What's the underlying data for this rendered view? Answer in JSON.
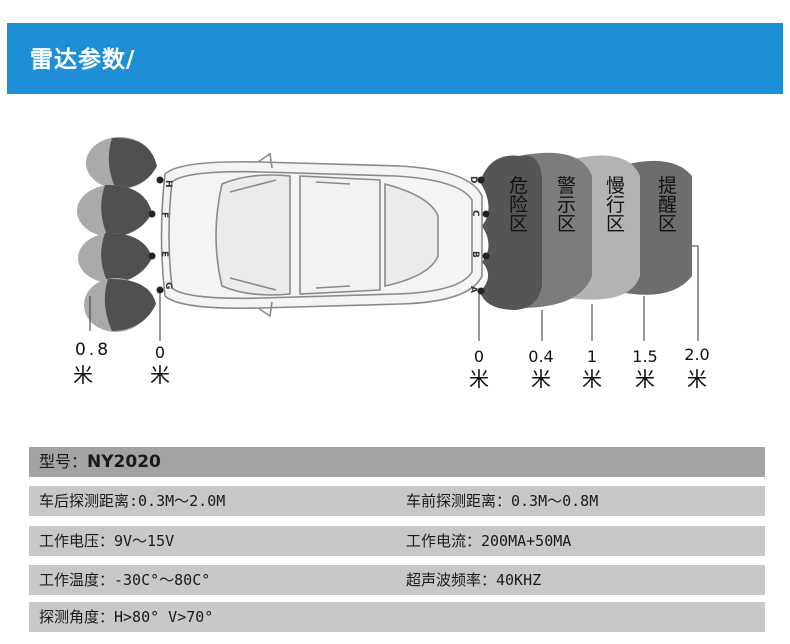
{
  "header": {
    "title": "雷达参数/"
  },
  "diagram": {
    "rear_sensor_letters": [
      "H",
      "F",
      "E",
      "G"
    ],
    "front_sensor_letters": [
      "D",
      "C",
      "B",
      "A"
    ],
    "zones": [
      "危险区",
      "警示区",
      "慢行区",
      "提醒区"
    ],
    "left_labels": [
      {
        "value": "0.8",
        "unit": "米"
      },
      {
        "value": "0",
        "unit": "米"
      }
    ],
    "right_labels": [
      {
        "value": "0",
        "unit": "米"
      },
      {
        "value": "0.4",
        "unit": "米"
      },
      {
        "value": "1",
        "unit": "米"
      },
      {
        "value": "1.5",
        "unit": "米"
      },
      {
        "value": "2.0",
        "unit": "米"
      }
    ],
    "colors": {
      "zone1": "#555555",
      "zone2": "#7c7c7c",
      "zone3": "#b3b3b3",
      "zone4": "#6d6d6d",
      "pod_light": "#aaaaaa",
      "pod_dark": "#505050"
    }
  },
  "specs": {
    "model_label": "型号：",
    "model_value": "NY2020",
    "rear_range": "车后探测距离:0.3M～2.0M",
    "front_range": "车前探测距离：0.3M～0.8M",
    "voltage": "工作电压：9V～15V",
    "current": "工作电流：200MA+50MA",
    "temperature": "工作温度：-30C°～80C°",
    "frequency": "超声波频率：40KHZ",
    "angle": "探测角度：H>80° V>70°"
  }
}
